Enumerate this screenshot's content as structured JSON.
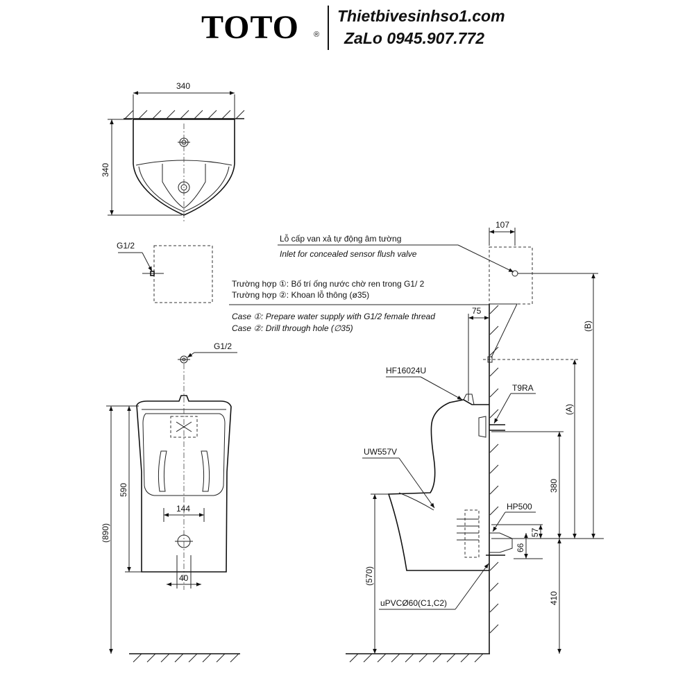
{
  "header": {
    "brand": "TOTO",
    "registered": "®",
    "website": "Thietbivesinhso1.com",
    "zalo": "ZaLo 0945.907.772"
  },
  "top_view": {
    "width_dim": "340",
    "depth_dim": "340"
  },
  "connection": {
    "g12_a": "G1/2",
    "g12_b": "G1/2"
  },
  "notes": {
    "vn_inlet": "Lỗ cấp van xả tự động âm tường",
    "en_inlet": "Inlet for concealed sensor flush valve",
    "vn_case1": "Trường hợp ①: Bố trí ống nước chờ ren trong G1/ 2",
    "vn_case2": "Trường hợp ②: Khoan lỗ thông (ø35)",
    "en_case1": "Case ①: Prepare water supply with G1/2 female thread",
    "en_case2": "Case ②: Drill through hole (∅35)"
  },
  "front_view": {
    "height_590": "590",
    "height_890": "(890)",
    "width_144": "144",
    "width_40": "40"
  },
  "side_view": {
    "dim_107": "107",
    "dim_75": "75",
    "dim_B": "(B)",
    "dim_A": "(A)",
    "dim_380": "380",
    "dim_57": "57",
    "dim_66": "66",
    "dim_570": "(570)",
    "dim_410": "410",
    "part_hf": "HF16024U",
    "part_t9ra": "T9RA",
    "part_uw": "UW557V",
    "part_hp": "HP500",
    "part_upvc": "uPVCØ60(C1,C2)"
  }
}
